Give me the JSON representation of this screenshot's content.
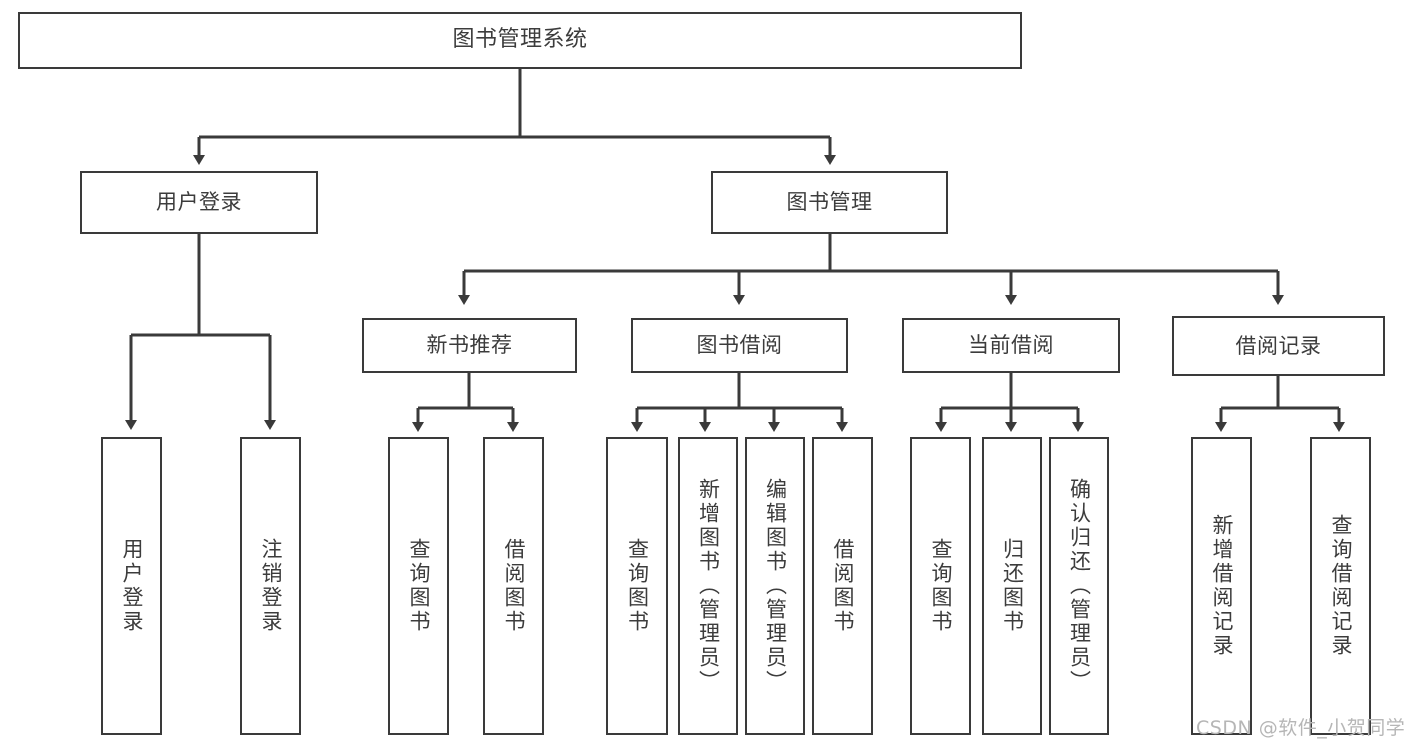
{
  "diagram": {
    "title": "图书管理系统",
    "watermark": "CSDN @软件_小贺同学",
    "line_color": "#3a3a3a",
    "text_color": "#3c3c3c",
    "background": "#ffffff"
  },
  "nodes": {
    "root": {
      "label": "图书管理系统"
    },
    "level2": [
      {
        "label": "用户登录"
      },
      {
        "label": "图书管理"
      }
    ],
    "level3": [
      {
        "label": "新书推荐"
      },
      {
        "label": "图书借阅"
      },
      {
        "label": "当前借阅"
      },
      {
        "label": "借阅记录"
      }
    ],
    "leaves_user_login": [
      {
        "label": "用户登录"
      },
      {
        "label": "注销登录"
      }
    ],
    "leaves_new_book": [
      {
        "label": "查询图书"
      },
      {
        "label": "借阅图书"
      }
    ],
    "leaves_borrow": [
      {
        "label": "查询图书"
      },
      {
        "label": "新增图书（管理员）"
      },
      {
        "label": "编辑图书（管理员）"
      },
      {
        "label": "借阅图书"
      }
    ],
    "leaves_current": [
      {
        "label": "查询图书"
      },
      {
        "label": "归还图书"
      },
      {
        "label": "确认归还（管理员）"
      }
    ],
    "leaves_record": [
      {
        "label": "新增借阅记录"
      },
      {
        "label": "查询借阅记录"
      }
    ]
  }
}
